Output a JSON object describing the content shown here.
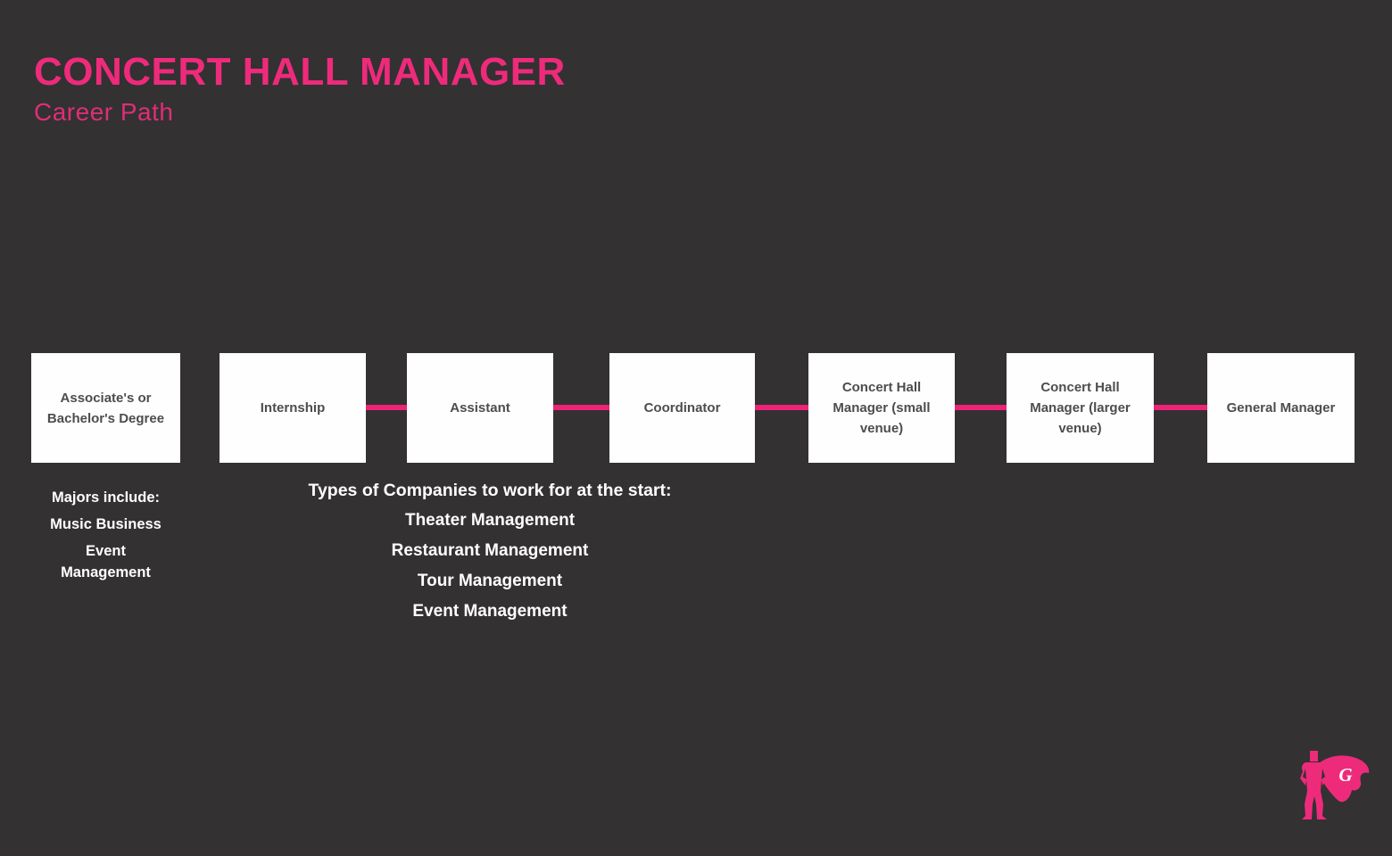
{
  "page": {
    "title": "CONCERT HALL MANAGER",
    "subtitle": "Career Path"
  },
  "career_path": {
    "steps": [
      "Associate's or Bachelor's Degree",
      "Internship",
      "Assistant",
      "Coordinator",
      "Concert Hall Manager (small venue)",
      "Concert Hall Manager (larger venue)",
      "General Manager"
    ]
  },
  "notes": {
    "majors": {
      "heading": "Majors include:",
      "items": [
        "Music Business",
        "Event Management"
      ]
    },
    "companies": {
      "heading": "Types of Companies to work for at the start:",
      "items": [
        "Theater Management",
        "Restaurant Management",
        "Tour Management",
        "Event Management"
      ]
    }
  },
  "branding": {
    "logo_letter": "G"
  },
  "colors": {
    "background": "#333132",
    "accent_pink": "#EE2A7B",
    "connector_pink": "#EE2277",
    "box_background": "#FEFEFE",
    "box_text": "#4D4D4D",
    "note_text": "#FFFFFF"
  }
}
